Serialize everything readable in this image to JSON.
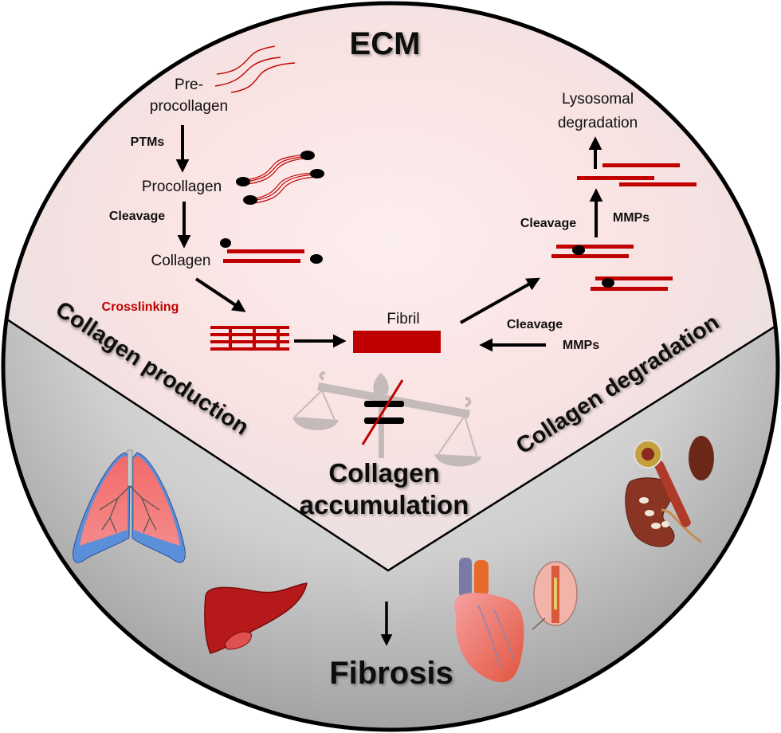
{
  "title": "ECM",
  "production": {
    "sector_label": "Collagen production",
    "steps": [
      {
        "label_line1": "Pre-",
        "label_line2": "procollagen"
      },
      {
        "label": "Procollagen"
      },
      {
        "label": "Collagen"
      }
    ],
    "transitions": [
      {
        "label": "PTMs"
      },
      {
        "label": "Cleavage"
      }
    ],
    "crosslinking_label": "Crosslinking",
    "fibril_label": "Fibril"
  },
  "degradation": {
    "sector_label": "Collagen degradation",
    "end_label_line1": "Lysosomal",
    "end_label_line2": "degradation",
    "upper_cleavage_label": "Cleavage",
    "upper_enzyme_label": "MMPs",
    "lower_cleavage_label": "Cleavage",
    "lower_enzyme_label": "MMPs"
  },
  "balance": {
    "symbol": "not-equal",
    "label_line1": "Collagen",
    "label_line2": "accumulation"
  },
  "outcome": {
    "label": "Fibrosis",
    "organs": [
      "lungs",
      "liver",
      "heart",
      "kidney"
    ]
  },
  "colors": {
    "collagen_red": "#c00000",
    "outline": "#000000",
    "ecm_tint": "#fbe6e6",
    "tissue_gray": "#b9b9b9"
  }
}
